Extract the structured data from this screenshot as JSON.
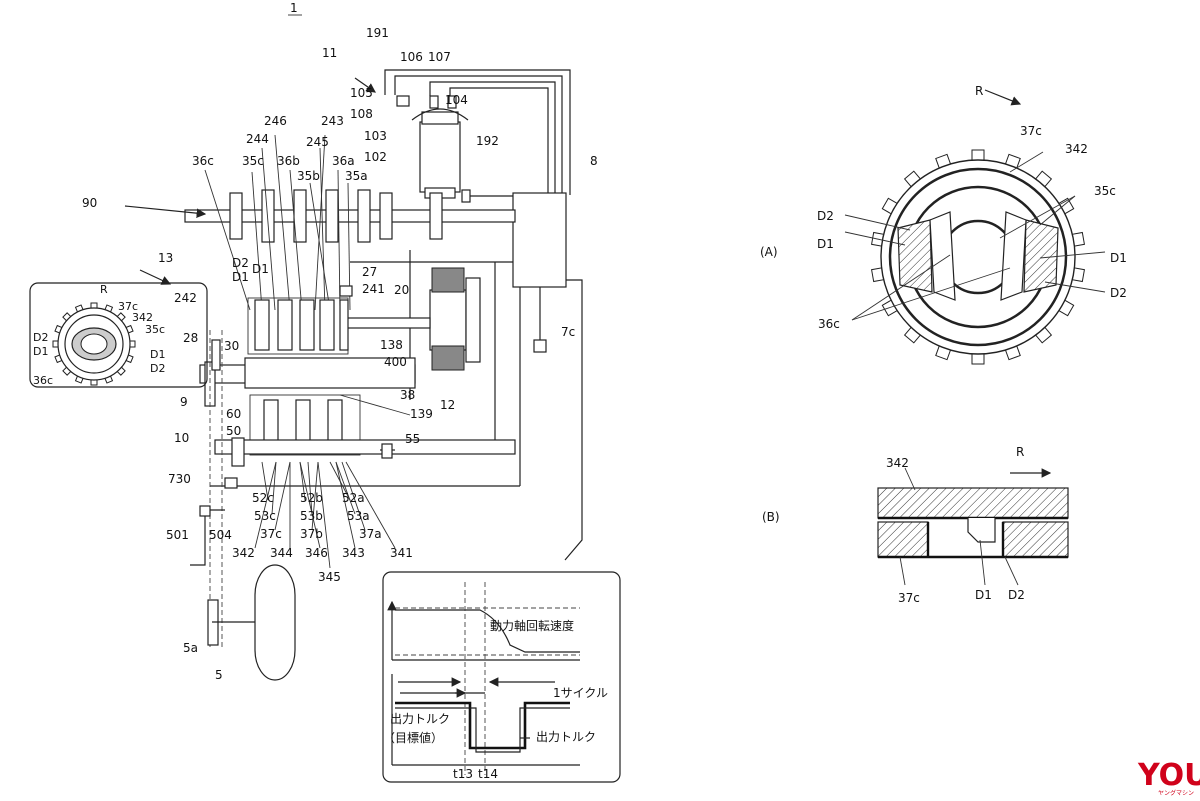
{
  "figure_number": "1",
  "labels": {
    "l11": "11",
    "l191": "191",
    "l106": "106",
    "l107": "107",
    "l105": "105",
    "l104": "104",
    "l108": "108",
    "l103": "103",
    "l102": "102",
    "l192": "192",
    "l8": "8",
    "l246": "246",
    "l244": "244",
    "l243": "243",
    "l245": "245",
    "l36c": "36c",
    "l35c": "35c",
    "l36b": "36b",
    "l36a": "36a",
    "l35b": "35b",
    "l35a": "35a",
    "l90": "90",
    "l13": "13",
    "lD2": "D2",
    "lD1a": "D1",
    "lD1b": "D1",
    "l27": "27",
    "l241": "241",
    "l20": "20",
    "l242": "242",
    "l28": "28",
    "l30": "30",
    "l138": "138",
    "l400": "400",
    "l7c": "7c",
    "l38": "38",
    "l12": "12",
    "l139": "139",
    "l9": "9",
    "l60": "60",
    "l10": "10",
    "l50": "50",
    "l55": "55",
    "l730": "730",
    "l52c": "52c",
    "l52b": "52b",
    "l52a": "52a",
    "l53c": "53c",
    "l53b": "53b",
    "l53a": "53a",
    "l37c": "37c",
    "l37b": "37b",
    "l37a": "37a",
    "l501": "501",
    "l504": "504",
    "l342": "342",
    "l344": "344",
    "l346": "346",
    "l343": "343",
    "l341": "341",
    "l345": "345",
    "l5a": "5a",
    "l5": "5",
    "inset_R": "R",
    "inset_37c": "37c",
    "inset_342": "342",
    "inset_35c": "35c",
    "inset_D2a": "D2",
    "inset_D1a": "D1",
    "inset_D1b": "D1",
    "inset_D2b": "D2",
    "inset_36c": "36c"
  },
  "graph": {
    "speed_label": "動力軸回転速度",
    "cycle_label": "1サイクル",
    "torque_target_label_1": "出力トルク",
    "torque_target_label_2": "（目標値）",
    "torque_actual_label": "出力トルク",
    "t13": "t13",
    "t14": "t14"
  },
  "panel_a": {
    "tag": "(A)",
    "R": "R",
    "l37c": "37c",
    "l342": "342",
    "l35c": "35c",
    "lD2a": "D2",
    "lD1a": "D1",
    "lD1b": "D1",
    "lD2b": "D2",
    "l36c": "36c"
  },
  "panel_b": {
    "tag": "(B)",
    "l342": "342",
    "R": "R",
    "l37c": "37c",
    "lD1": "D1",
    "lD2": "D2"
  },
  "watermark": {
    "text": "YOU",
    "sub": "ヤングマシン"
  }
}
